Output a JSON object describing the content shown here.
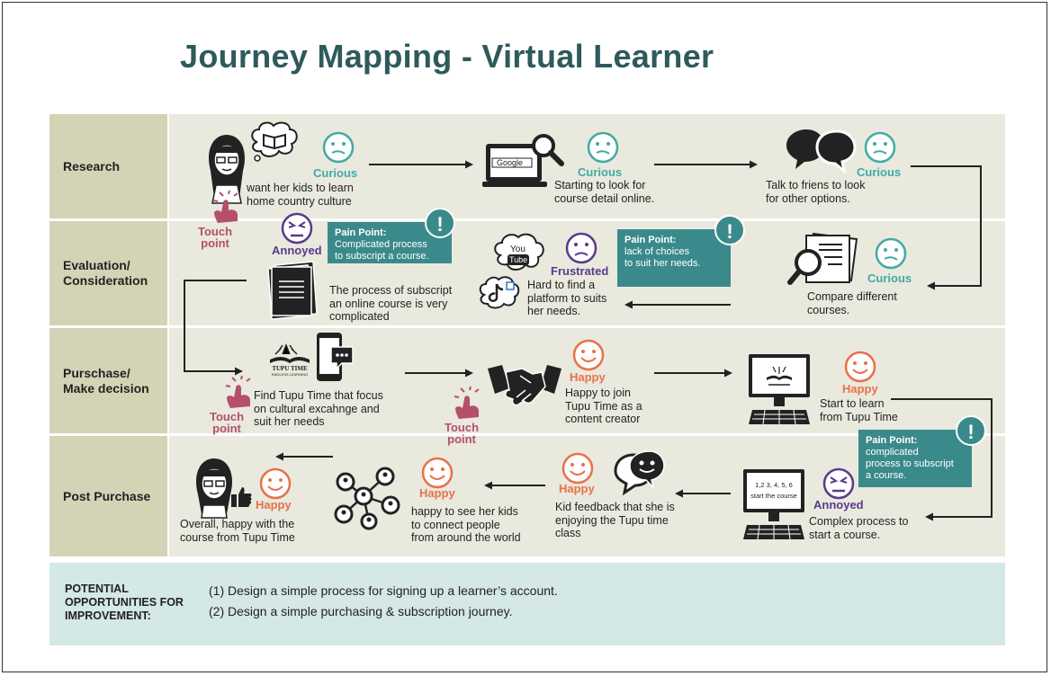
{
  "title": "Journey Mapping - Virtual Learner",
  "stages": {
    "research": "Research",
    "evaluation_1": "Evaluation/",
    "evaluation_2": "Consideration",
    "purchase_1": "Purschase/",
    "purchase_2": "Make decision",
    "post": "Post Purchase"
  },
  "research": {
    "step1": [
      "want her kids to learn",
      "home country culture"
    ],
    "step1_emotion": "Curious",
    "step2_search_label": "Google",
    "step2": [
      "Starting to look for",
      "course detail online."
    ],
    "step2_emotion": "Curious",
    "step3": [
      "Talk to friens to look",
      "for other options."
    ],
    "step3_emotion": "Curious"
  },
  "evaluation": {
    "annoyed": "Annoyed",
    "pain1_title": "Pain Point:",
    "pain1_text": [
      "Complicated process",
      "to subscript a course."
    ],
    "step1": [
      "The process of subscript",
      "an online course is very",
      "complicated"
    ],
    "youtube_top": "You",
    "youtube_bottom": "Tube",
    "frustrated": "Frustrated",
    "step2": [
      "Hard to find a",
      "platform to suits",
      "her needs."
    ],
    "pain2_title": "Pain Point:",
    "pain2_text": [
      "lack of choices",
      "to suit her needs."
    ],
    "step3": [
      "Compare different",
      "courses."
    ],
    "step3_emotion": "Curious"
  },
  "purchase": {
    "logo_name": "TUPU TIME",
    "logo_tagline": "ENDLESS LEARNING",
    "step1": [
      "Find Tupu Time that focus",
      "on cultural excahnge and",
      "suit her needs"
    ],
    "step2_emotion": "Happy",
    "step2": [
      "Happy to join",
      "Tupu Time as a",
      "content creator"
    ],
    "step3_emotion": "Happy",
    "step3": [
      "Start to learn",
      "from Tupu Time"
    ]
  },
  "post": {
    "step1_emotion": "Happy",
    "step1": [
      "Overall, happy with the",
      "course from Tupu Time"
    ],
    "step2_emotion": "Happy",
    "step2": [
      "happy to see her kids",
      "to connect people",
      "from around the world"
    ],
    "step3_emotion": "Happy",
    "step3": [
      "Kid feedback that she is",
      "enjoying the Tupu time",
      "class"
    ],
    "screen_line1": "1,2 3, 4, 5, 6",
    "screen_line2": "start the course",
    "step4_emotion": "Annoyed",
    "step4": [
      "Complex process to",
      "start a course."
    ],
    "pain_title": "Pain Point:",
    "pain_text": [
      "complicated",
      "process to subscript",
      "a course."
    ]
  },
  "touch_point": [
    "Touch",
    "point"
  ],
  "opportunities": {
    "label": [
      "POTENTIAL",
      "OPPORTUNITIES FOR",
      "IMPROVEMENT:"
    ],
    "items": [
      "(1) Design a simple process for signing up a learner’s account.",
      "(2) Design a simple purchasing & subscription journey."
    ]
  },
  "colors": {
    "title": "#2e5a5d",
    "stage_label": "#d3d3b6",
    "band": "#e9e9de",
    "pain_point": "#3b8a8b",
    "curious": "#43aaa4",
    "annoyed": "#5a3a8c",
    "happy": "#e8714a",
    "touch_point": "#b4506a",
    "opportunities_bg": "#d4e8e6"
  },
  "icons": [
    "person-icon",
    "book-thought-icon",
    "laptop-search-icon",
    "chat-bubbles-icon",
    "document-stack-icon",
    "youtube-icon",
    "tiktok-icon",
    "papers-magnifier-icon",
    "tupu-time-logo",
    "phone-chat-icon",
    "handshake-icon",
    "computer-icon",
    "thumbs-up-icon",
    "network-people-icon",
    "chat-face-icon",
    "touch-hand-icon",
    "emoji-face-icon",
    "exclamation-icon"
  ]
}
